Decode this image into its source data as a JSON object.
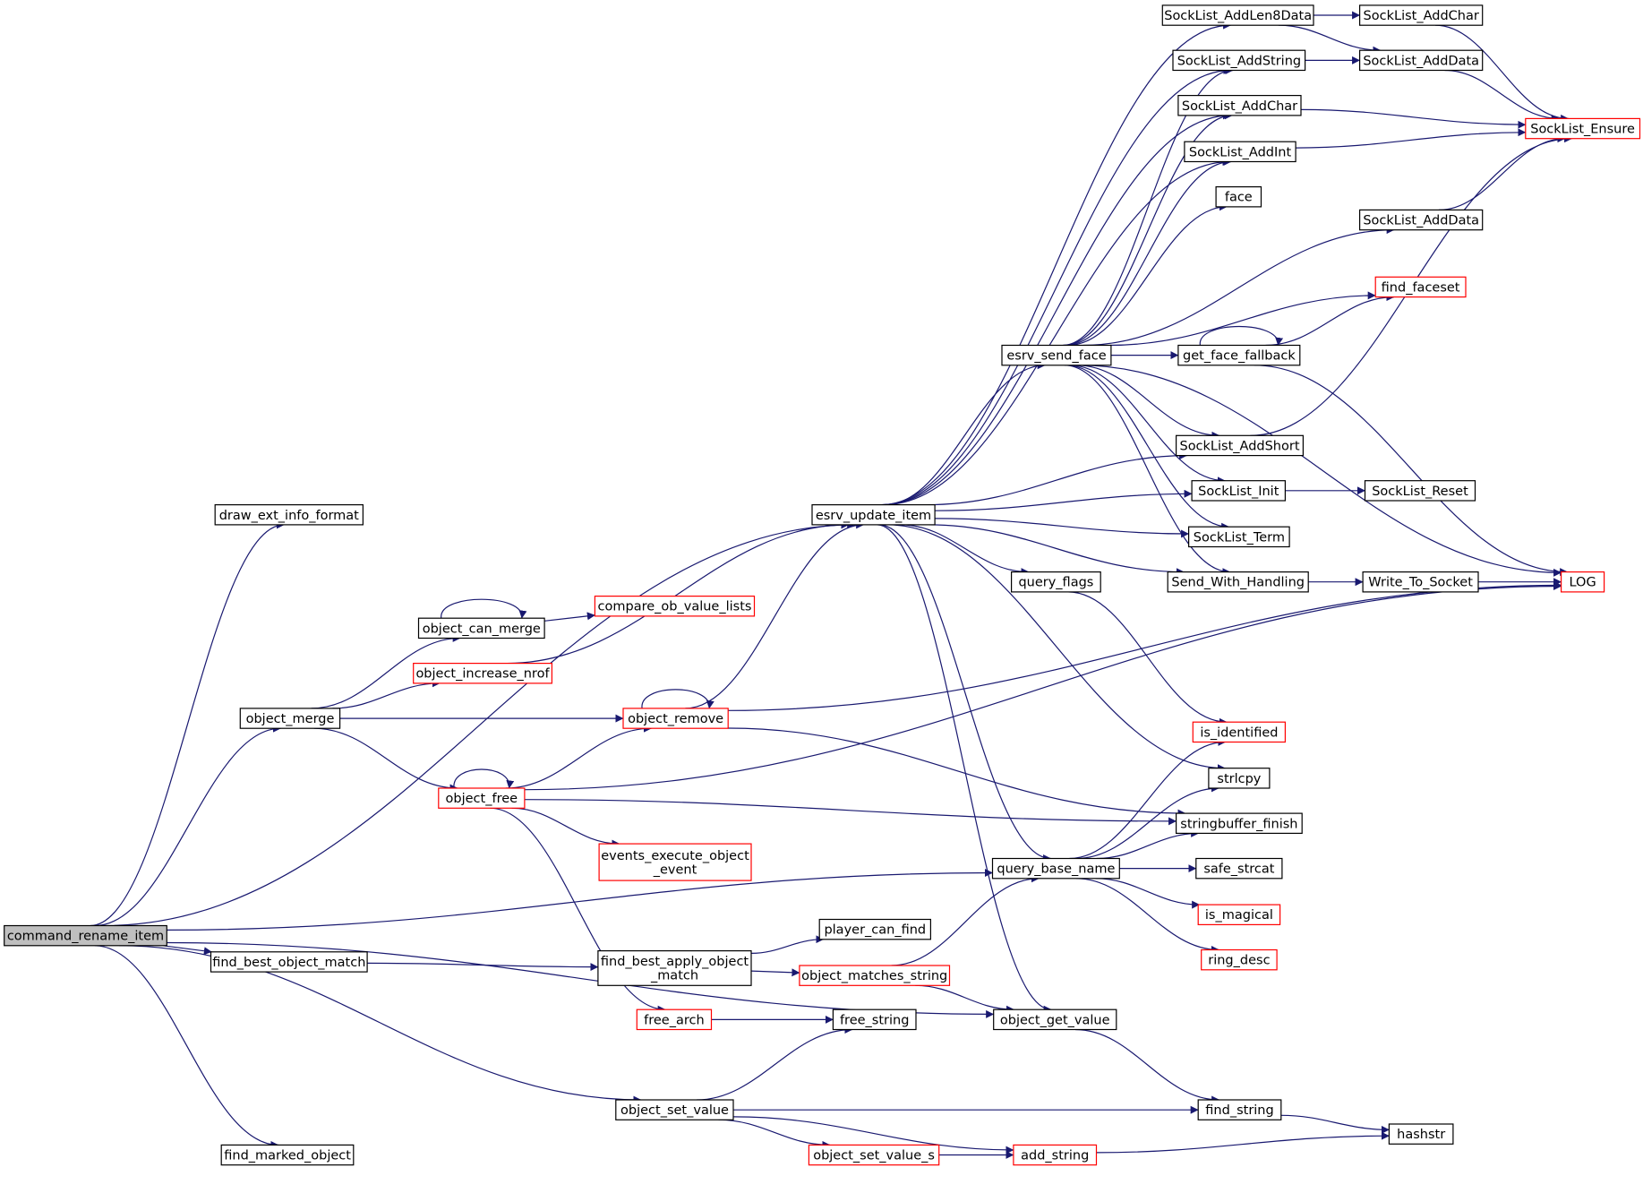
{
  "colors": {
    "edge": "#191970",
    "border_default": "#000000",
    "border_highlight": "#ff0000",
    "root_fill": "#bfbfbf"
  },
  "nodes": {
    "command_rename_item": {
      "label": [
        "command_rename_item"
      ],
      "style": "root"
    },
    "draw_ext_info_format": {
      "label": [
        "draw_ext_info_format"
      ],
      "style": "black"
    },
    "esrv_update_item": {
      "label": [
        "esrv_update_item"
      ],
      "style": "black"
    },
    "object_merge": {
      "label": [
        "object_merge"
      ],
      "style": "black"
    },
    "object_can_merge": {
      "label": [
        "object_can_merge"
      ],
      "style": "black"
    },
    "compare_ob_value_lists": {
      "label": [
        "compare_ob_value_lists"
      ],
      "style": "red"
    },
    "object_increase_nrof": {
      "label": [
        "object_increase_nrof"
      ],
      "style": "red"
    },
    "object_remove": {
      "label": [
        "object_remove"
      ],
      "style": "red"
    },
    "object_free": {
      "label": [
        "object_free"
      ],
      "style": "red"
    },
    "events_execute_object_event": {
      "label": [
        "events_execute_object",
        "_event"
      ],
      "style": "red"
    },
    "free_arch": {
      "label": [
        "free_arch"
      ],
      "style": "red"
    },
    "find_best_object_match": {
      "label": [
        "find_best_object_match"
      ],
      "style": "black"
    },
    "find_best_apply_object_match": {
      "label": [
        "find_best_apply_object",
        "_match"
      ],
      "style": "black"
    },
    "player_can_find": {
      "label": [
        "player_can_find"
      ],
      "style": "black"
    },
    "object_matches_string": {
      "label": [
        "object_matches_string"
      ],
      "style": "red"
    },
    "free_string": {
      "label": [
        "free_string"
      ],
      "style": "black"
    },
    "object_set_value": {
      "label": [
        "object_set_value"
      ],
      "style": "black"
    },
    "object_set_value_s": {
      "label": [
        "object_set_value_s"
      ],
      "style": "red"
    },
    "add_string": {
      "label": [
        "add_string"
      ],
      "style": "red"
    },
    "find_marked_object": {
      "label": [
        "find_marked_object"
      ],
      "style": "black"
    },
    "query_base_name": {
      "label": [
        "query_base_name"
      ],
      "style": "black"
    },
    "query_flags": {
      "label": [
        "query_flags"
      ],
      "style": "black"
    },
    "object_get_value": {
      "label": [
        "object_get_value"
      ],
      "style": "black"
    },
    "esrv_send_face": {
      "label": [
        "esrv_send_face"
      ],
      "style": "black"
    },
    "SockList_AddLen8Data": {
      "label": [
        "SockList_AddLen8Data"
      ],
      "style": "black"
    },
    "SockList_AddString": {
      "label": [
        "SockList_AddString"
      ],
      "style": "black"
    },
    "SockList_AddChar_mid": {
      "label": [
        "SockList_AddChar"
      ],
      "style": "black"
    },
    "SockList_AddInt": {
      "label": [
        "SockList_AddInt"
      ],
      "style": "black"
    },
    "face": {
      "label": [
        "face"
      ],
      "style": "black"
    },
    "get_face_fallback": {
      "label": [
        "get_face_fallback"
      ],
      "style": "black"
    },
    "SockList_AddShort": {
      "label": [
        "SockList_AddShort"
      ],
      "style": "black"
    },
    "SockList_Init": {
      "label": [
        "SockList_Init"
      ],
      "style": "black"
    },
    "SockList_Term": {
      "label": [
        "SockList_Term"
      ],
      "style": "black"
    },
    "Send_With_Handling": {
      "label": [
        "Send_With_Handling"
      ],
      "style": "black"
    },
    "is_identified": {
      "label": [
        "is_identified"
      ],
      "style": "red"
    },
    "strlcpy": {
      "label": [
        "strlcpy"
      ],
      "style": "black"
    },
    "stringbuffer_finish": {
      "label": [
        "stringbuffer_finish"
      ],
      "style": "black"
    },
    "safe_strcat": {
      "label": [
        "safe_strcat"
      ],
      "style": "black"
    },
    "is_magical": {
      "label": [
        "is_magical"
      ],
      "style": "red"
    },
    "ring_desc": {
      "label": [
        "ring_desc"
      ],
      "style": "red"
    },
    "find_string": {
      "label": [
        "find_string"
      ],
      "style": "black"
    },
    "SockList_AddChar_top": {
      "label": [
        "SockList_AddChar"
      ],
      "style": "black"
    },
    "SockList_AddData_top": {
      "label": [
        "SockList_AddData"
      ],
      "style": "black"
    },
    "SockList_AddData_mid": {
      "label": [
        "SockList_AddData"
      ],
      "style": "black"
    },
    "find_faceset": {
      "label": [
        "find_faceset"
      ],
      "style": "red"
    },
    "SockList_Reset": {
      "label": [
        "SockList_Reset"
      ],
      "style": "black"
    },
    "Write_To_Socket": {
      "label": [
        "Write_To_Socket"
      ],
      "style": "black"
    },
    "hashstr": {
      "label": [
        "hashstr"
      ],
      "style": "black"
    },
    "SockList_Ensure": {
      "label": [
        "SockList_Ensure"
      ],
      "style": "red"
    },
    "LOG": {
      "label": [
        "LOG"
      ],
      "style": "red"
    }
  },
  "edges": [
    [
      "command_rename_item",
      "draw_ext_info_format"
    ],
    [
      "command_rename_item",
      "esrv_update_item"
    ],
    [
      "command_rename_item",
      "object_merge"
    ],
    [
      "command_rename_item",
      "query_base_name"
    ],
    [
      "command_rename_item",
      "find_best_object_match"
    ],
    [
      "command_rename_item",
      "object_get_value"
    ],
    [
      "command_rename_item",
      "object_set_value"
    ],
    [
      "command_rename_item",
      "find_marked_object"
    ],
    [
      "object_merge",
      "object_can_merge"
    ],
    [
      "object_merge",
      "object_increase_nrof"
    ],
    [
      "object_merge",
      "object_remove"
    ],
    [
      "object_merge",
      "object_free"
    ],
    [
      "object_can_merge",
      "object_can_merge"
    ],
    [
      "object_can_merge",
      "compare_ob_value_lists"
    ],
    [
      "object_increase_nrof",
      "esrv_update_item"
    ],
    [
      "object_remove",
      "object_remove"
    ],
    [
      "object_remove",
      "esrv_update_item"
    ],
    [
      "object_remove",
      "LOG"
    ],
    [
      "object_remove",
      "stringbuffer_finish"
    ],
    [
      "object_free",
      "object_free"
    ],
    [
      "object_free",
      "object_remove"
    ],
    [
      "object_free",
      "LOG"
    ],
    [
      "object_free",
      "stringbuffer_finish"
    ],
    [
      "object_free",
      "events_execute_object_event"
    ],
    [
      "object_free",
      "free_arch"
    ],
    [
      "free_arch",
      "free_string"
    ],
    [
      "find_best_object_match",
      "find_best_apply_object_match"
    ],
    [
      "find_best_apply_object_match",
      "player_can_find"
    ],
    [
      "find_best_apply_object_match",
      "object_matches_string"
    ],
    [
      "object_matches_string",
      "query_base_name"
    ],
    [
      "object_matches_string",
      "object_get_value"
    ],
    [
      "object_set_value",
      "free_string"
    ],
    [
      "object_set_value",
      "find_string"
    ],
    [
      "object_set_value",
      "object_set_value_s"
    ],
    [
      "object_set_value",
      "add_string"
    ],
    [
      "object_set_value_s",
      "add_string"
    ],
    [
      "add_string",
      "hashstr"
    ],
    [
      "esrv_update_item",
      "SockList_AddLen8Data"
    ],
    [
      "esrv_update_item",
      "SockList_AddString"
    ],
    [
      "esrv_update_item",
      "SockList_AddChar_mid"
    ],
    [
      "esrv_update_item",
      "SockList_AddInt"
    ],
    [
      "esrv_update_item",
      "esrv_send_face"
    ],
    [
      "esrv_update_item",
      "SockList_AddShort"
    ],
    [
      "esrv_update_item",
      "SockList_Init"
    ],
    [
      "esrv_update_item",
      "SockList_Term"
    ],
    [
      "esrv_update_item",
      "Send_With_Handling"
    ],
    [
      "esrv_update_item",
      "query_flags"
    ],
    [
      "esrv_update_item",
      "strlcpy"
    ],
    [
      "esrv_update_item",
      "query_base_name"
    ],
    [
      "esrv_update_item",
      "object_get_value"
    ],
    [
      "esrv_send_face",
      "SockList_AddString"
    ],
    [
      "esrv_send_face",
      "SockList_AddChar_mid"
    ],
    [
      "esrv_send_face",
      "SockList_AddInt"
    ],
    [
      "esrv_send_face",
      "face"
    ],
    [
      "esrv_send_face",
      "SockList_AddData_mid"
    ],
    [
      "esrv_send_face",
      "find_faceset"
    ],
    [
      "esrv_send_face",
      "get_face_fallback"
    ],
    [
      "esrv_send_face",
      "SockList_AddShort"
    ],
    [
      "esrv_send_face",
      "SockList_Init"
    ],
    [
      "esrv_send_face",
      "SockList_Term"
    ],
    [
      "esrv_send_face",
      "Send_With_Handling"
    ],
    [
      "esrv_send_face",
      "LOG"
    ],
    [
      "get_face_fallback",
      "get_face_fallback"
    ],
    [
      "get_face_fallback",
      "find_faceset"
    ],
    [
      "get_face_fallback",
      "LOG"
    ],
    [
      "SockList_AddLen8Data",
      "SockList_AddChar_top"
    ],
    [
      "SockList_AddLen8Data",
      "SockList_AddData_top"
    ],
    [
      "SockList_AddString",
      "SockList_AddData_top"
    ],
    [
      "SockList_AddChar_top",
      "SockList_Ensure"
    ],
    [
      "SockList_AddData_top",
      "SockList_Ensure"
    ],
    [
      "SockList_AddChar_mid",
      "SockList_Ensure"
    ],
    [
      "SockList_AddInt",
      "SockList_Ensure"
    ],
    [
      "SockList_AddData_mid",
      "SockList_Ensure"
    ],
    [
      "SockList_AddShort",
      "SockList_Ensure"
    ],
    [
      "SockList_Init",
      "SockList_Reset"
    ],
    [
      "Send_With_Handling",
      "Write_To_Socket"
    ],
    [
      "Write_To_Socket",
      "LOG"
    ],
    [
      "query_flags",
      "is_identified"
    ],
    [
      "query_base_name",
      "is_identified"
    ],
    [
      "query_base_name",
      "strlcpy"
    ],
    [
      "query_base_name",
      "stringbuffer_finish"
    ],
    [
      "query_base_name",
      "safe_strcat"
    ],
    [
      "query_base_name",
      "is_magical"
    ],
    [
      "query_base_name",
      "ring_desc"
    ],
    [
      "object_get_value",
      "find_string"
    ],
    [
      "find_string",
      "hashstr"
    ]
  ]
}
